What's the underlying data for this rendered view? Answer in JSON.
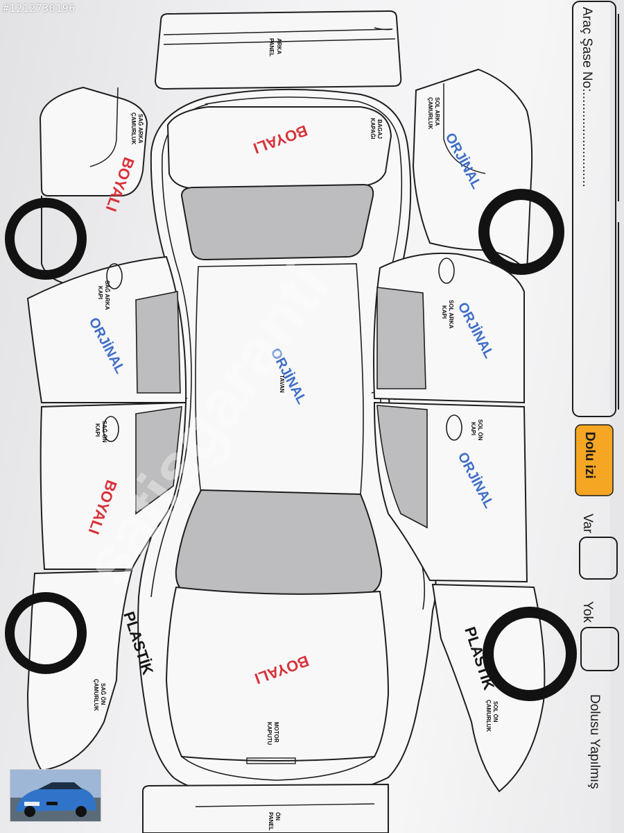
{
  "listing_id": "#1212730196",
  "watermark": "satisgaranti",
  "form": {
    "chassis_label": "Araç Şase No:..........................",
    "dent_label": "Dolu izi",
    "yes_label": "Var",
    "no_label": "Yok",
    "done_label": "Dolusu Yapılmış",
    "dent_color": "#f5a623"
  },
  "parts": {
    "rear_panel": [
      "ARKA",
      "PANEL"
    ],
    "trunk_lid": [
      "BAGAJ",
      "KAPAĞI"
    ],
    "right_rear_fender": [
      "SAĞ ARKA",
      "ÇAMURLUK"
    ],
    "left_rear_fender": [
      "SOL ARKA",
      "ÇAMURLUK"
    ],
    "right_rear_door": [
      "SAĞ ARKA",
      "KAPI"
    ],
    "left_rear_door": [
      "SOL ARKA",
      "KAPI"
    ],
    "roof": [
      "TAVAN"
    ],
    "right_front_door": [
      "SAĞ ÖN",
      "KAPI"
    ],
    "left_front_door": [
      "SOL ÖN",
      "KAPI"
    ],
    "right_front_fender": [
      "SAĞ ÖN",
      "ÇAMURLUK"
    ],
    "left_front_fender": [
      "SOL ÖN",
      "ÇAMURLUK"
    ],
    "hood": [
      "MOTOR",
      "KAPUTU"
    ],
    "front_panel": [
      "ÖN",
      "PANEL"
    ]
  },
  "stamps": {
    "trunk": "BOYALI",
    "right_rear_fender": "BOYALI",
    "left_rear_fender": "ORJİNAL",
    "right_rear_door": "ORJİNAL",
    "left_rear_door": "ORJİNAL",
    "roof": "ORJİNAL",
    "right_front_door": "BOYALI",
    "left_front_door": "ORJİNAL",
    "right_front_fender": "PLASTİK",
    "left_front_fender": "PLASTİK",
    "hood": "BOYALI"
  },
  "colors": {
    "painted": "#d8323a",
    "original": "#3f6fc7",
    "plastic": "#151515",
    "window": "#bdbcbe",
    "tire": "#121212"
  }
}
